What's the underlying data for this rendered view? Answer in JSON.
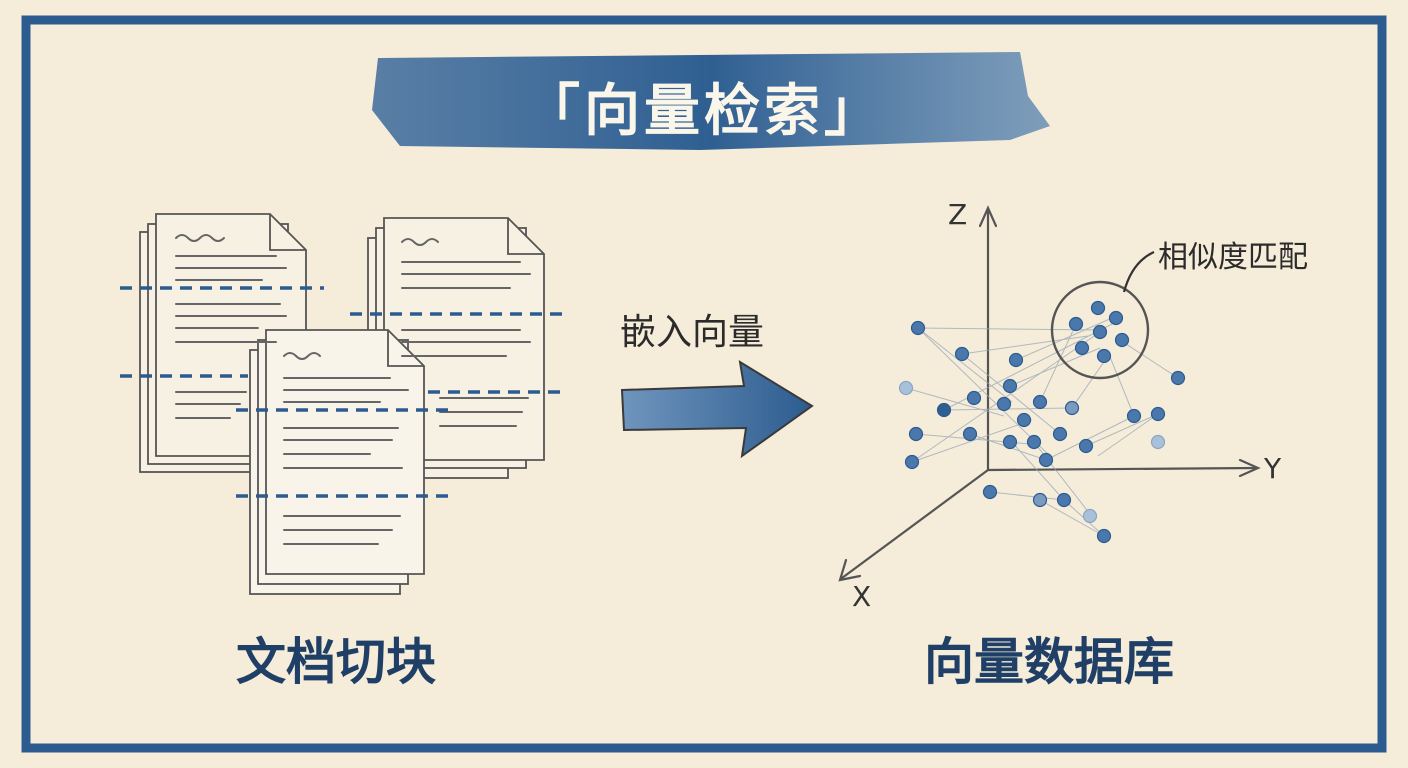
{
  "title": "「向量检索」",
  "left_caption": "文档切块",
  "right_caption": "向量数据库",
  "arrow_label": "嵌入向量",
  "similarity_label": "相似度匹配",
  "axes": {
    "x": "X",
    "y": "Y",
    "z": "Z"
  },
  "colors": {
    "ink_blue": "#2c5c8f",
    "paper": "#f5ecd9",
    "dark_text": "#1f3f66"
  }
}
